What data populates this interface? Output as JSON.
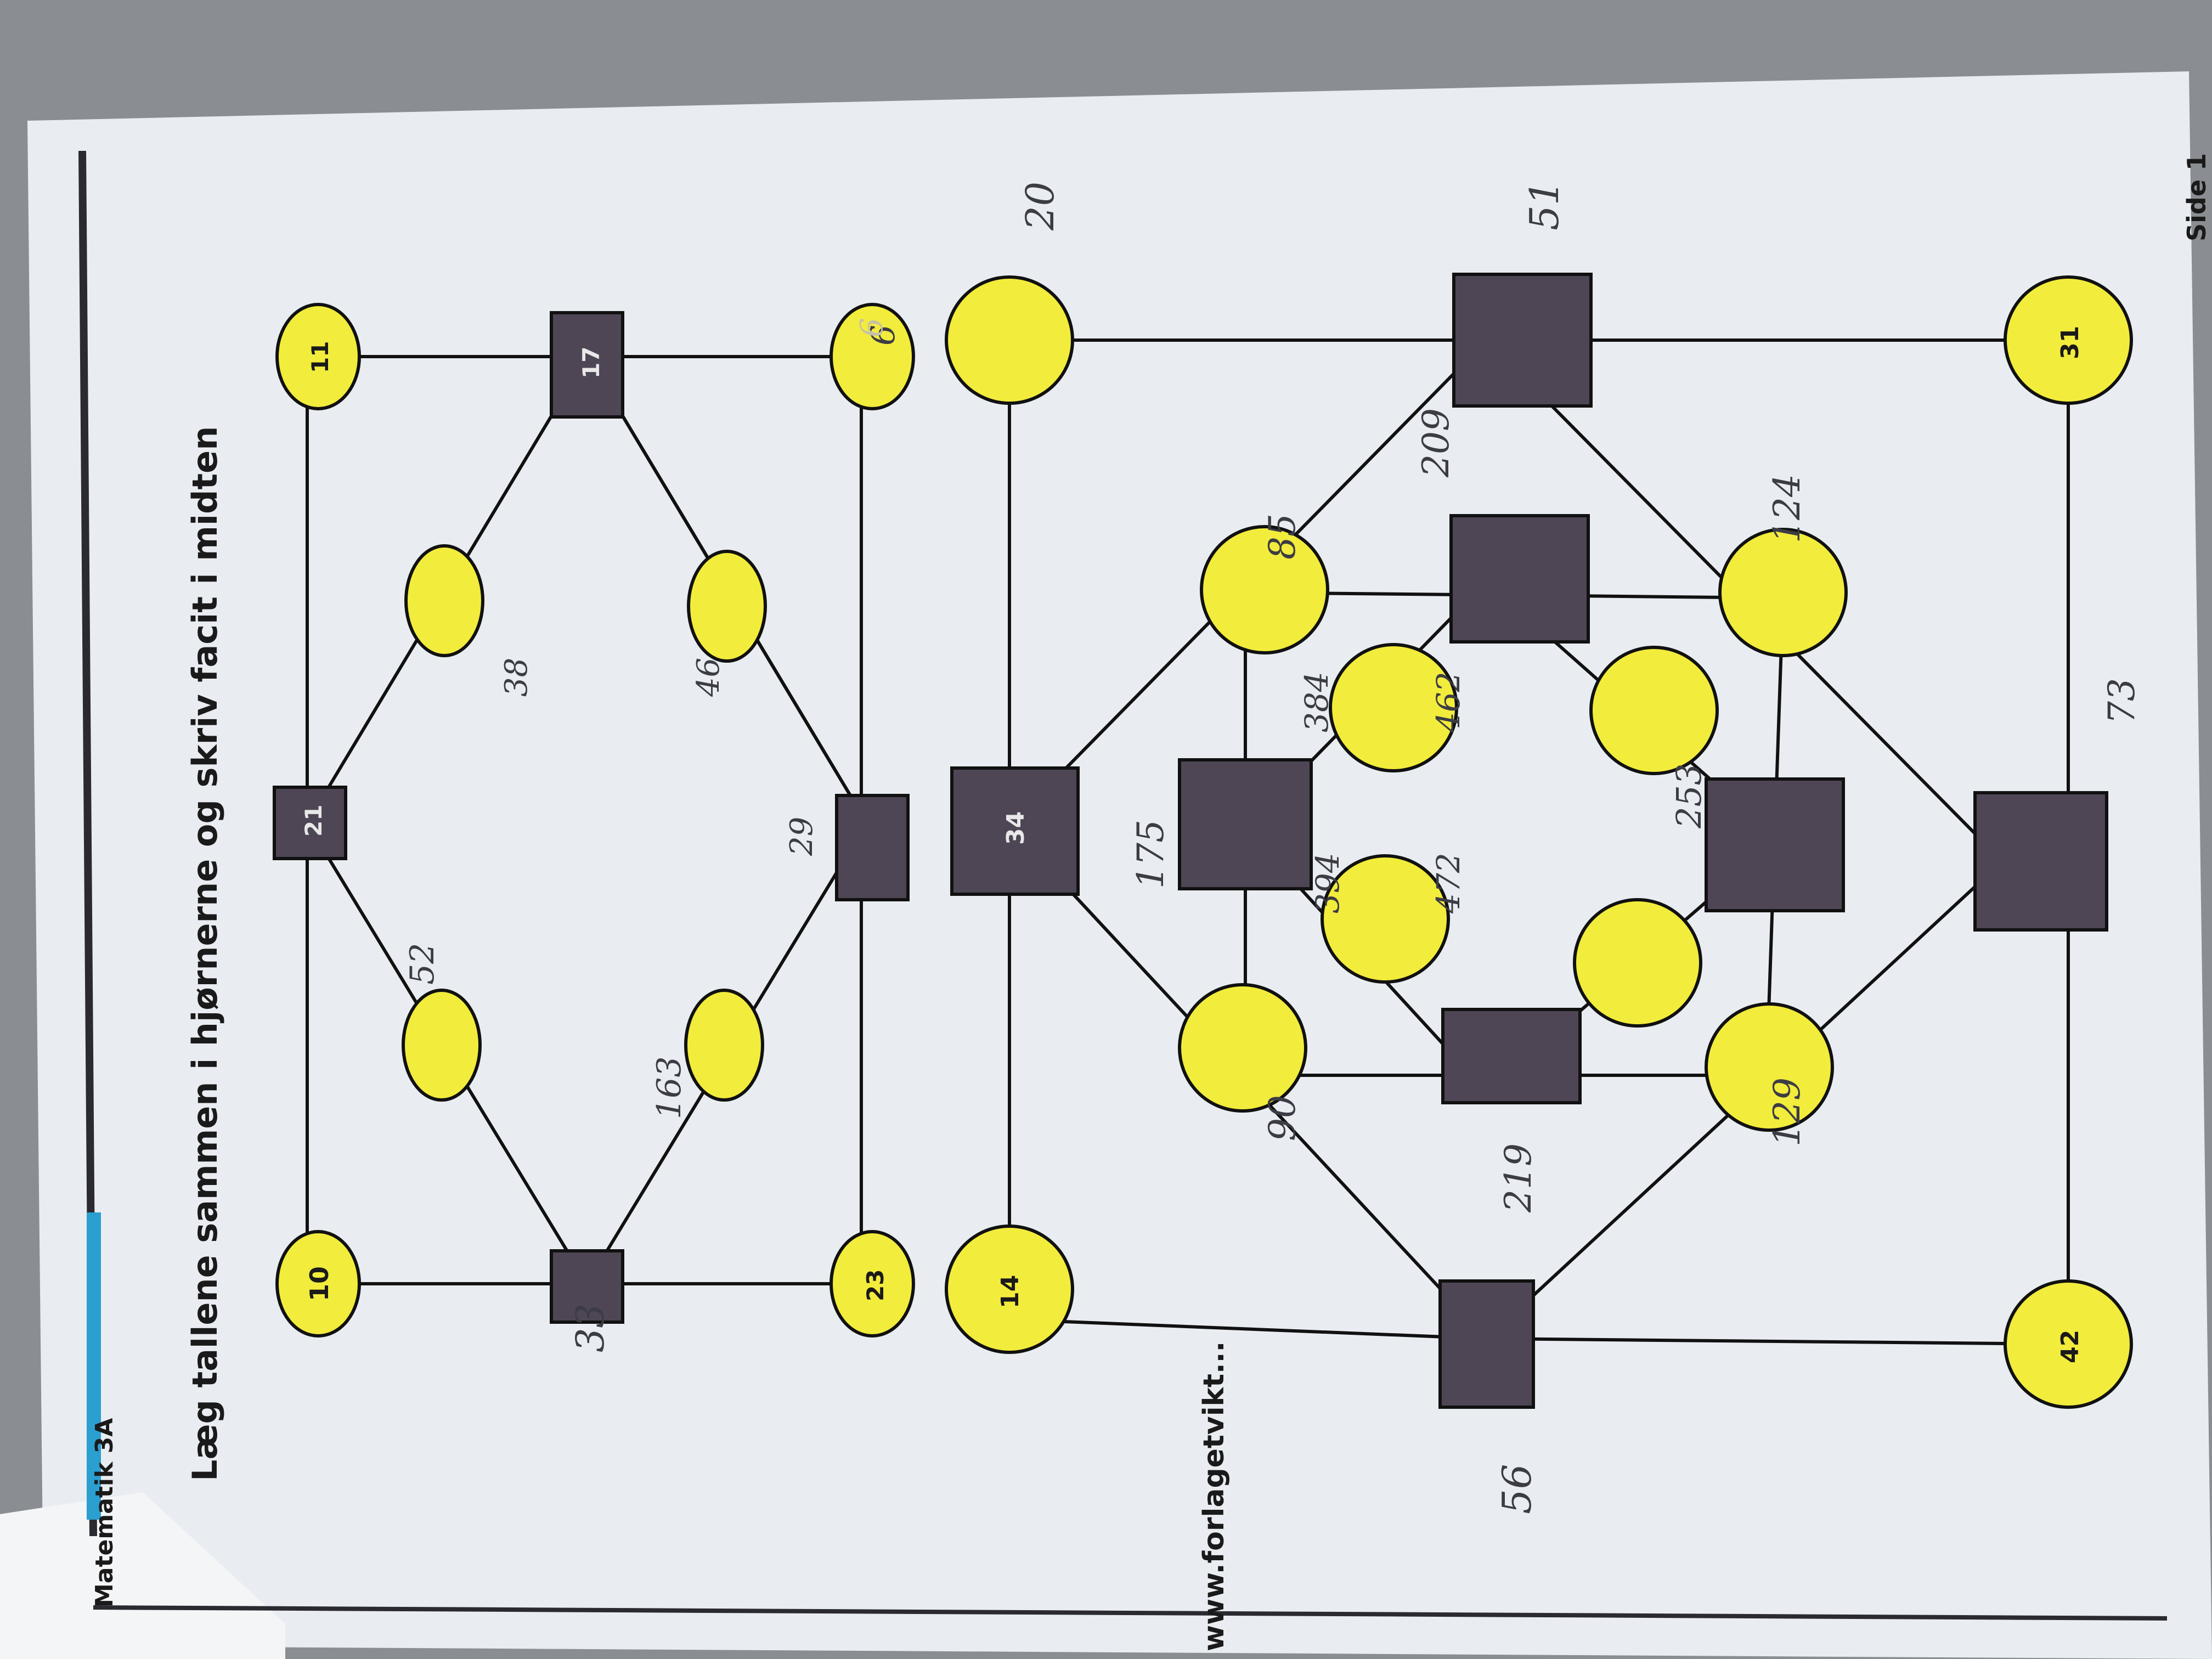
{
  "worksheet": {
    "title": "Læg tallene sammen i hjørnerne og skriv facit i midten",
    "footer_book": "Matematik 3A",
    "footer_url": "www.forlagetvikt...",
    "page_label": "Side 1",
    "colors": {
      "circle": "#f2ec3c",
      "square": "#4e4655",
      "paper": "#e8ecf1",
      "accent": "#2a9fd0"
    }
  },
  "figure1": {
    "printed": {
      "top_left": "10",
      "top_mid": "21",
      "top_right": "11",
      "center_right": "17",
      "bottom_left": "23",
      "bottom_right": "6"
    },
    "handwritten": {
      "left_square": "33",
      "left_upper_oval": "52",
      "left_lower_oval": "163",
      "right_upper_oval": "38",
      "right_lower_oval": "46",
      "bottom_square": "29",
      "bottom_right_circle": "6"
    }
  },
  "figure2": {
    "printed": {
      "top_left": "14",
      "top_mid": "34",
      "bottom_left": "42",
      "bottom_right": "31"
    },
    "handwritten": {
      "outer_top_right": "20",
      "outer_bottom_left": "56",
      "outer_bottom_right": "51",
      "sq_top": "175",
      "sq_left": "219",
      "sq_bottom": "73",
      "sq_right": "209",
      "circ_upper_left": "90",
      "circ_upper_right": "85",
      "circ_lower_left": "129",
      "circ_lower_right": "124",
      "inner_a": "394",
      "inner_b": "384",
      "inner_c": "472",
      "inner_d": "462",
      "inner_sq": "253"
    }
  }
}
